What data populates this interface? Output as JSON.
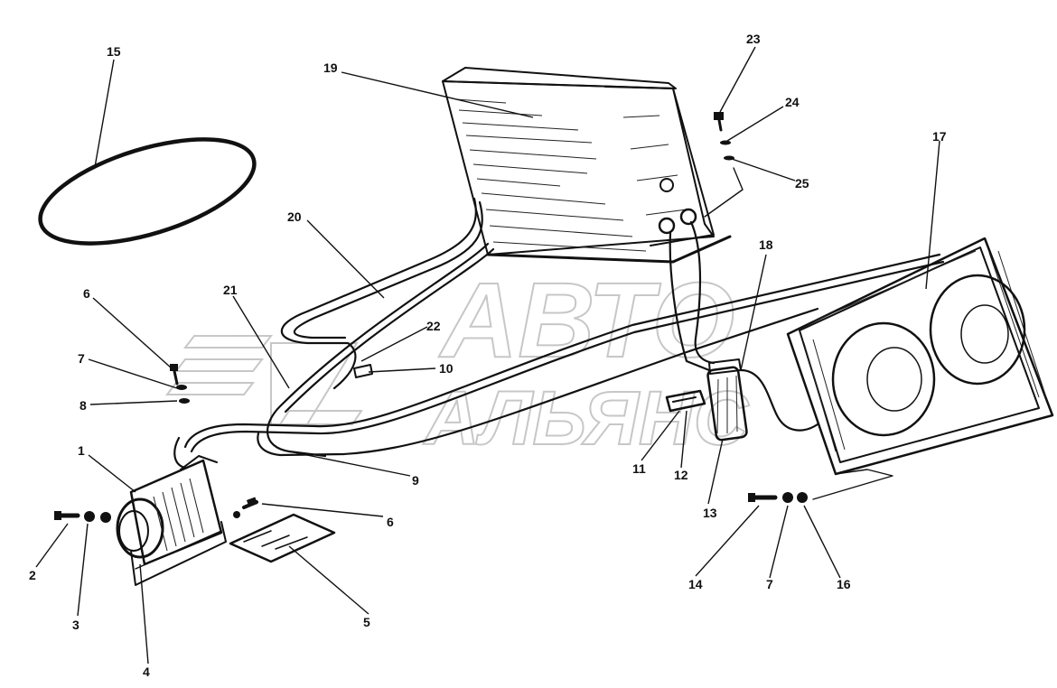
{
  "watermark": {
    "line1": "АВТО",
    "line2": "АЛЬЯНС"
  },
  "callouts": [
    {
      "id": "c1",
      "label": "1"
    },
    {
      "id": "c2",
      "label": "2"
    },
    {
      "id": "c3",
      "label": "3"
    },
    {
      "id": "c4",
      "label": "4"
    },
    {
      "id": "c5",
      "label": "5"
    },
    {
      "id": "c6a",
      "label": "6"
    },
    {
      "id": "c6b",
      "label": "6"
    },
    {
      "id": "c7a",
      "label": "7"
    },
    {
      "id": "c7b",
      "label": "7"
    },
    {
      "id": "c8",
      "label": "8"
    },
    {
      "id": "c9",
      "label": "9"
    },
    {
      "id": "c10",
      "label": "10"
    },
    {
      "id": "c11",
      "label": "11"
    },
    {
      "id": "c12",
      "label": "12"
    },
    {
      "id": "c13",
      "label": "13"
    },
    {
      "id": "c14",
      "label": "14"
    },
    {
      "id": "c15",
      "label": "15"
    },
    {
      "id": "c16",
      "label": "16"
    },
    {
      "id": "c17",
      "label": "17"
    },
    {
      "id": "c18",
      "label": "18"
    },
    {
      "id": "c19",
      "label": "19"
    },
    {
      "id": "c20",
      "label": "20"
    },
    {
      "id": "c21",
      "label": "21"
    },
    {
      "id": "c22",
      "label": "22"
    },
    {
      "id": "c23",
      "label": "23"
    },
    {
      "id": "c24",
      "label": "24"
    },
    {
      "id": "c25",
      "label": "25"
    }
  ]
}
